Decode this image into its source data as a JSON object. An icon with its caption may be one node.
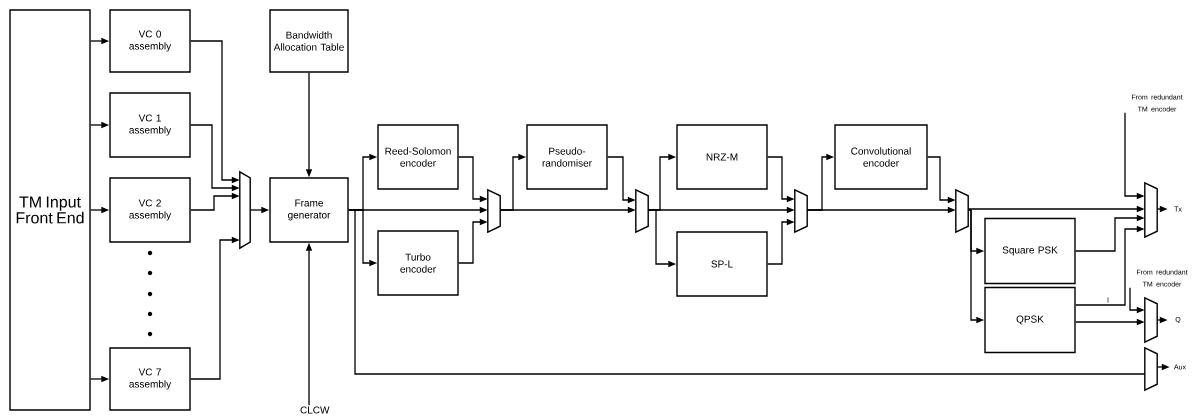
{
  "diagram": {
    "nodes": [
      {
        "text": [
          "TM Input Front End"
        ]
      },
      {
        "text": [
          "VC 0 assembly"
        ]
      },
      {
        "text": [
          "VC 1 assembly"
        ]
      },
      {
        "text": [
          "VC 2 assembly"
        ]
      },
      {
        "text": [
          "VC 7 assembly"
        ]
      },
      {
        "text": [],
        "shape": "trapezoid"
      },
      {
        "text": [
          "Bandwidth Allocation Table"
        ]
      },
      {
        "text": [
          "Frame generator"
        ]
      },
      {
        "text": [
          "CLCW"
        ]
      },
      {
        "text": [
          "Reed-Solomon encoder"
        ]
      },
      {
        "text": [
          "Turbo encoder"
        ]
      },
      {
        "text": [],
        "shape": "trapezoid"
      },
      {
        "text": [
          "Pseudo-randomiser"
        ]
      },
      {
        "text": [],
        "shape": "trapezoid"
      },
      {
        "text": [
          "NRZ-M"
        ]
      },
      {
        "text": [
          "SP-L"
        ]
      },
      {
        "text": [],
        "shape": "trapezoid"
      },
      {
        "text": [
          "Convolutional encoder"
        ]
      },
      {
        "text": [],
        "shape": "trapezoid"
      },
      {
        "text": [
          "Square PSK"
        ]
      },
      {
        "text": [
          "QPSK"
        ]
      },
      {
        "text": [
          "From redundant TM encoder"
        ]
      },
      {
        "text": [],
        "shape": "trapezoid"
      },
      {
        "text": [
          "Tx"
        ]
      },
      {
        "text": [
          "From redundant TM encoder"
        ]
      },
      {
        "text": [],
        "shape": "trapezoid"
      },
      {
        "text": [
          "Q"
        ]
      },
      {
        "text": [],
        "shape": "trapezoid"
      },
      {
        "text": [
          "Aux"
        ]
      }
    ],
    "edges": [
      {
        "from": 0,
        "to": 1,
        "arrow": "to"
      },
      {
        "from": 0,
        "to": 2,
        "arrow": "to"
      },
      {
        "from": 0,
        "to": 3,
        "arrow": "to"
      },
      {
        "from": 0,
        "to": 4,
        "arrow": "to"
      },
      {
        "from": 1,
        "to": 5,
        "arrow": "to"
      },
      {
        "from": 2,
        "to": 5,
        "arrow": "to"
      },
      {
        "from": 3,
        "to": 5,
        "arrow": "to"
      },
      {
        "from": 4,
        "to": 5,
        "arrow": "to"
      },
      {
        "from": 5,
        "to": 7,
        "arrow": "to"
      },
      {
        "from": 6,
        "to": 7,
        "arrow": "to"
      },
      {
        "from": 8,
        "to": 7,
        "arrow": "to"
      },
      {
        "from": 7,
        "to": 9,
        "arrow": "to"
      },
      {
        "from": 7,
        "to": 10,
        "arrow": "to"
      },
      {
        "from": 7,
        "to": 11,
        "arrow": "to"
      },
      {
        "from": 9,
        "to": 11,
        "arrow": "to"
      },
      {
        "from": 10,
        "to": 11,
        "arrow": "to"
      },
      {
        "from": 11,
        "to": 12,
        "arrow": "to"
      },
      {
        "from": 11,
        "to": 13,
        "arrow": "to"
      },
      {
        "from": 12,
        "to": 13,
        "arrow": "to"
      },
      {
        "from": 13,
        "to": 14,
        "arrow": "to"
      },
      {
        "from": 13,
        "to": 15,
        "arrow": "to"
      },
      {
        "from": 13,
        "to": 16,
        "arrow": "to"
      },
      {
        "from": 14,
        "to": 16,
        "arrow": "to"
      },
      {
        "from": 15,
        "to": 16,
        "arrow": "to"
      },
      {
        "from": 16,
        "to": 17,
        "arrow": "to"
      },
      {
        "from": 16,
        "to": 18,
        "arrow": "to"
      },
      {
        "from": 17,
        "to": 18,
        "arrow": "to"
      },
      {
        "from": 18,
        "to": 22,
        "arrow": "to"
      },
      {
        "from": 18,
        "to": 19,
        "arrow": "to"
      },
      {
        "from": 18,
        "to": 20,
        "arrow": "to"
      },
      {
        "from": 19,
        "to": 22,
        "arrow": "to"
      },
      {
        "from": 20,
        "to": 22,
        "arrow": "to",
        "label": "I"
      },
      {
        "from": 20,
        "to": 25,
        "arrow": "to"
      },
      {
        "from": 21,
        "to": 22,
        "arrow": "to"
      },
      {
        "from": 24,
        "to": 25,
        "arrow": "to"
      },
      {
        "from": 7,
        "to": 27,
        "arrow": "none"
      },
      {
        "from": 22,
        "to": 23,
        "arrow": "to"
      },
      {
        "from": 25,
        "to": 26,
        "arrow": "to"
      },
      {
        "from": 27,
        "to": 28,
        "arrow": "to"
      }
    ]
  }
}
